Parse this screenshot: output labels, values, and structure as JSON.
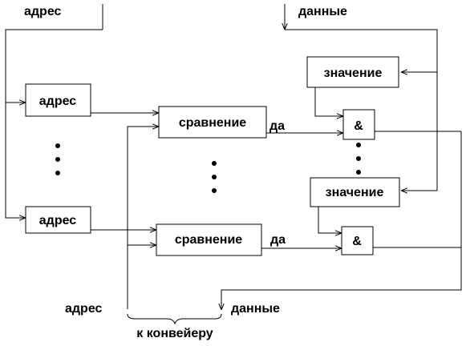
{
  "inputs": {
    "address": "адрес",
    "data": "данные"
  },
  "address_block_label": "адрес",
  "compare_label": "сравнение",
  "yes_label": "да",
  "value_label": "значение",
  "and_label": "&",
  "bottom": {
    "address": "адрес",
    "data": "данные",
    "pipeline": "к конвейеру"
  }
}
